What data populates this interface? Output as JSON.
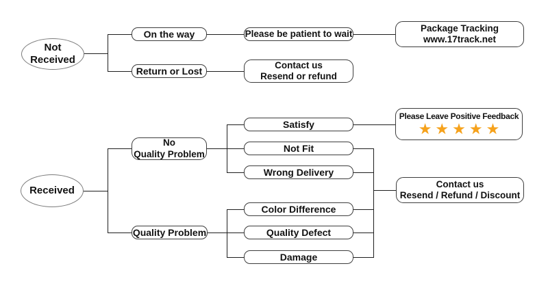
{
  "colors": {
    "background": "#ffffff",
    "box_border": "#3c3c3c",
    "ellipse_border": "#7a7a7a",
    "connector_line": "#1d1d1d",
    "text": "#111111",
    "star": "#F6A21C"
  },
  "flow": {
    "not_received_branch": {
      "root_line1": "Not",
      "root_line2": "Received",
      "on_the_way": "On the way",
      "please_wait": "Please be patient to wait",
      "tracking_line1": "Package Tracking",
      "tracking_line2": "www.17track.net",
      "return_or_lost": "Return or Lost",
      "contact_line1": "Contact us",
      "contact_line2": "Resend or refund"
    },
    "received_branch": {
      "root": "Received",
      "no_quality_line1": "No",
      "no_quality_line2": "Quality Problem",
      "satisfy": "Satisfy",
      "not_fit": "Not Fit",
      "wrong_delivery": "Wrong Delivery",
      "feedback_label": "Please Leave Positive Feedback",
      "feedback_stars": "★★★★★",
      "feedback_star_count": 5,
      "quality_problem": "Quality Problem",
      "color_difference": "Color Difference",
      "quality_defect": "Quality Defect",
      "damage": "Damage",
      "contact_line1": "Contact us",
      "contact_line2": "Resend / Refund / Discount"
    }
  }
}
